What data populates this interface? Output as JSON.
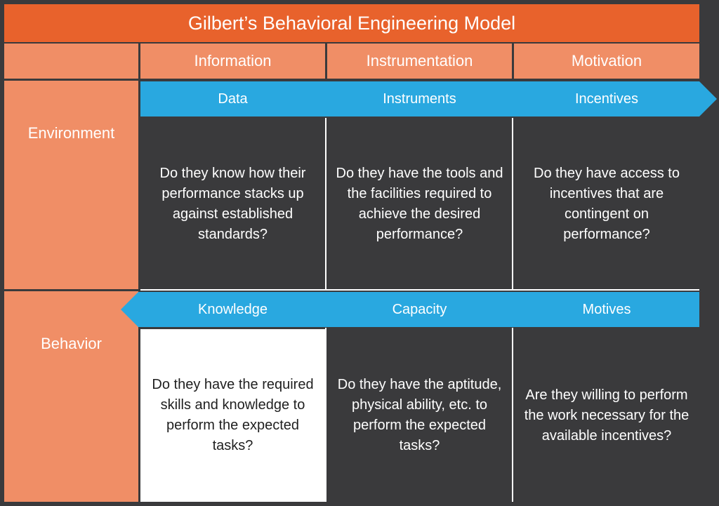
{
  "title": "Gilbert’s Behavioral Engineering Model",
  "columns": [
    "Information",
    "Instrumentation",
    "Motivation"
  ],
  "rows": [
    {
      "label": "Environment",
      "arrow_direction": "right",
      "categories": [
        "Data",
        "Instruments",
        "Incentives"
      ],
      "questions": [
        "Do they know how their performance stacks up against established standards?",
        "Do they have the tools and the facilities required to achieve the desired performance?",
        "Do they have access to incentives that are contingent on performance?"
      ]
    },
    {
      "label": "Behavior",
      "arrow_direction": "left",
      "categories": [
        "Knowledge",
        "Capacity",
        "Motives"
      ],
      "questions": [
        "Do they have the required skills and knowledge to perform the expected tasks?",
        "Do they have the aptitude, physical ability, etc. to perform the expected tasks?",
        "Are they willing to perform the work necessary for the available incentives?"
      ]
    }
  ],
  "colors": {
    "title_bg": "#e8622c",
    "header_bg": "#f08e66",
    "arrow": "#29a8e0",
    "dark_cell": "#3a3a3c",
    "light_cell": "#ffffff"
  }
}
